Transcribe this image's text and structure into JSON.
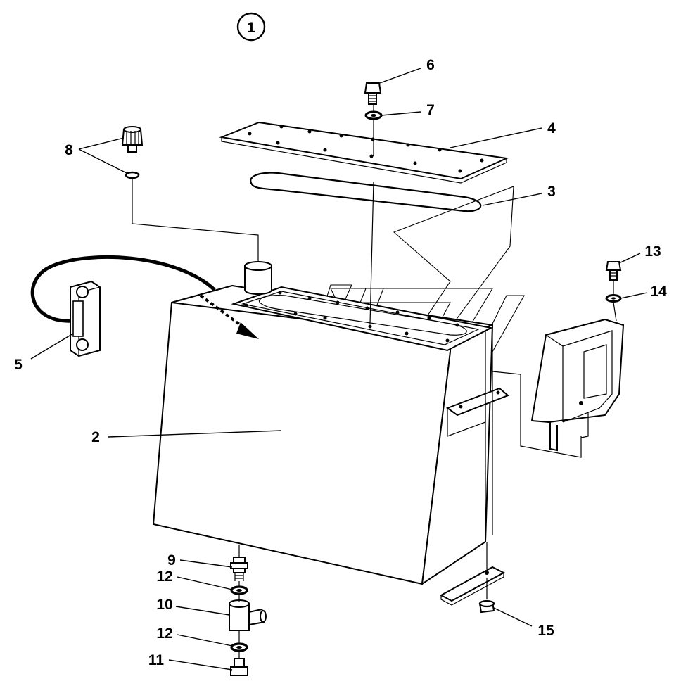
{
  "figure": {
    "view_number": "1",
    "callouts": [
      {
        "id": "c2",
        "text": "2"
      },
      {
        "id": "c3",
        "text": "3"
      },
      {
        "id": "c4",
        "text": "4"
      },
      {
        "id": "c5",
        "text": "5"
      },
      {
        "id": "c6",
        "text": "6"
      },
      {
        "id": "c7",
        "text": "7"
      },
      {
        "id": "c8",
        "text": "8"
      },
      {
        "id": "c9",
        "text": "9"
      },
      {
        "id": "c10",
        "text": "10"
      },
      {
        "id": "c11",
        "text": "11"
      },
      {
        "id": "c12a",
        "text": "12"
      },
      {
        "id": "c12b",
        "text": "12"
      },
      {
        "id": "c13",
        "text": "13"
      },
      {
        "id": "c14",
        "text": "14"
      },
      {
        "id": "c15",
        "text": "15"
      }
    ]
  }
}
